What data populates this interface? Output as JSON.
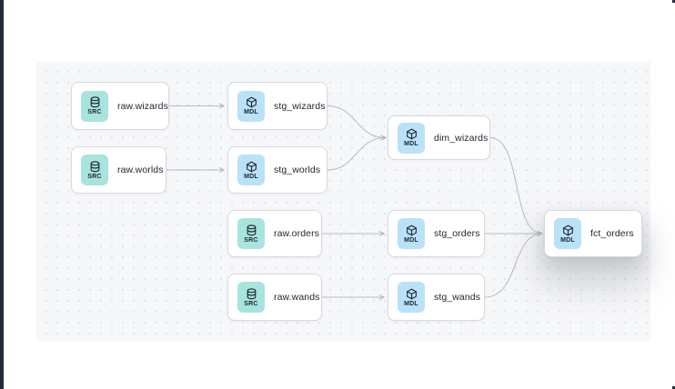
{
  "colors": {
    "source_badge": "#a8e4dd",
    "model_badge": "#b9e2f8",
    "node_border": "#d7d9dd",
    "edge": "#b6b9bf",
    "canvas_bg": "#f6f7f9",
    "dot": "#e0e3e8",
    "text": "#1b2430",
    "left_bar": "#252b3b",
    "node_bg": "#ffffff",
    "page_bg": "#ffffff"
  },
  "diagram": {
    "nodes": [
      {
        "id": "raw.wizards",
        "label": "raw.wizards",
        "badge": "SRC",
        "kind": "source"
      },
      {
        "id": "raw.worlds",
        "label": "raw.worlds",
        "badge": "SRC",
        "kind": "source"
      },
      {
        "id": "raw.orders",
        "label": "raw.orders",
        "badge": "SRC",
        "kind": "source"
      },
      {
        "id": "raw.wands",
        "label": "raw.wands",
        "badge": "SRC",
        "kind": "source"
      },
      {
        "id": "stg_wizards",
        "label": "stg_wizards",
        "badge": "MDL",
        "kind": "model"
      },
      {
        "id": "stg_worlds",
        "label": "stg_worlds",
        "badge": "MDL",
        "kind": "model"
      },
      {
        "id": "stg_orders",
        "label": "stg_orders",
        "badge": "MDL",
        "kind": "model"
      },
      {
        "id": "stg_wands",
        "label": "stg_wands",
        "badge": "MDL",
        "kind": "model"
      },
      {
        "id": "dim_wizards",
        "label": "dim_wizards",
        "badge": "MDL",
        "kind": "model"
      },
      {
        "id": "fct_orders",
        "label": "fct_orders",
        "badge": "MDL",
        "kind": "model"
      }
    ],
    "edges": [
      {
        "from": "raw.wizards",
        "to": "stg_wizards"
      },
      {
        "from": "raw.worlds",
        "to": "stg_worlds"
      },
      {
        "from": "raw.orders",
        "to": "stg_orders"
      },
      {
        "from": "raw.wands",
        "to": "stg_wands"
      },
      {
        "from": "stg_wizards",
        "to": "dim_wizards"
      },
      {
        "from": "stg_worlds",
        "to": "dim_wizards"
      },
      {
        "from": "stg_orders",
        "to": "fct_orders"
      },
      {
        "from": "stg_wands",
        "to": "fct_orders"
      },
      {
        "from": "dim_wizards",
        "to": "fct_orders"
      }
    ]
  }
}
